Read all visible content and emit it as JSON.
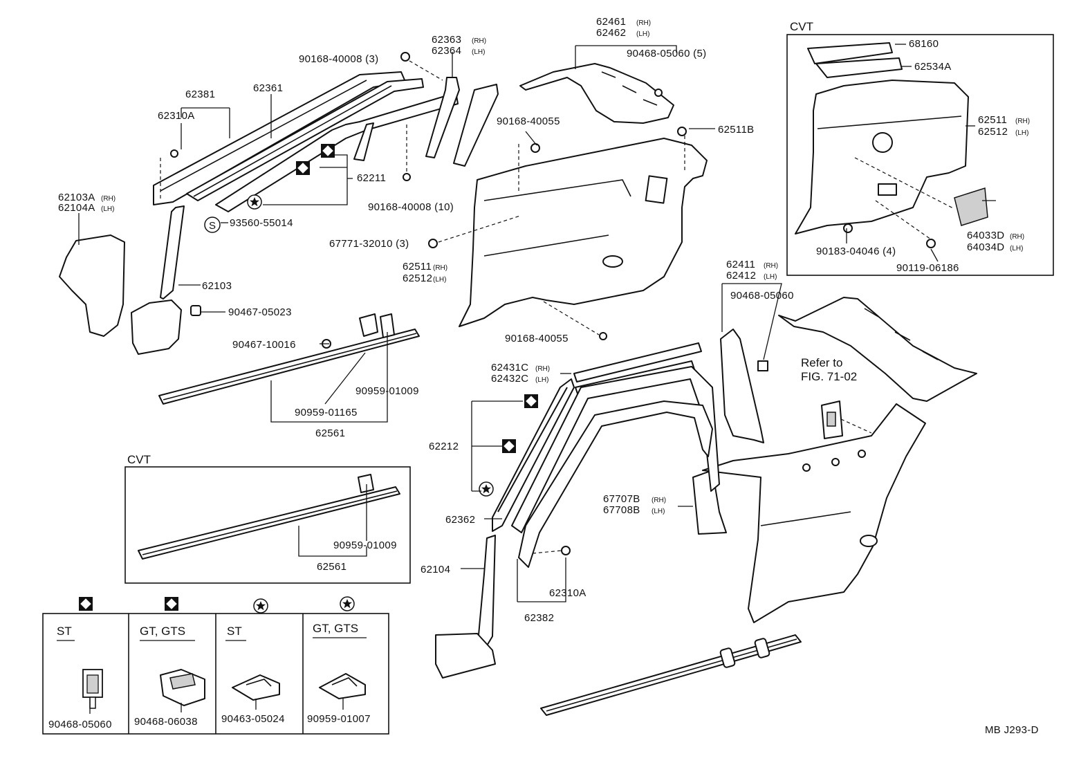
{
  "diagram_id": "MB  J293-D",
  "box_titles": {
    "cvt_top": "CVT",
    "cvt_bottom": "CVT"
  },
  "refer": {
    "line1": "Refer to",
    "line2": "FIG. 71-02"
  },
  "labels": {
    "p62381": "62381",
    "p62310a": "62310A",
    "p62361": "62361",
    "p90168_40008_3": "90168-40008 (3)",
    "p62363": "62363",
    "p62364": "62364",
    "p62211": "62211",
    "p90168_40008_10": "90168-40008 (10)",
    "p93560": "93560-55014",
    "p62103a": "62103A",
    "p62104a": "62104A",
    "p62103": "62103",
    "p90467_05023": "90467-05023",
    "p90467_10016": "90467-10016",
    "p90959_01165": "90959-01165",
    "p90959_01009_a": "90959-01009",
    "p62561_a": "62561",
    "p90959_01009_b": "90959-01009",
    "p62561_b": "62561",
    "p62461": "62461",
    "p62462": "62462",
    "p90468_05060_5": "90468-05060 (5)",
    "p90168_40055_a": "90168-40055",
    "p62511b": "62511B",
    "p67771": "67771-32010 (3)",
    "p62511": "62511",
    "p62512": "62512",
    "p90168_40055_b": "90168-40055",
    "p68160": "68160",
    "p62534a": "62534A",
    "p62511_cvt": "62511",
    "p62512_cvt": "62512",
    "p90183": "90183-04046 (4)",
    "p90119": "90119-06186",
    "p64033d": "64033D",
    "p64034d": "64034D",
    "p62411": "62411",
    "p62412": "62412",
    "p90468_05060": "90468-05060",
    "p62431c": "62431C",
    "p62432c": "62432C",
    "p62212": "62212",
    "p62362": "62362",
    "p67707b": "67707B",
    "p67708b": "67708B",
    "p62104": "62104",
    "p62310a_b": "62310A",
    "p62382": "62382"
  },
  "side": {
    "rh": "(RH)",
    "lh": "(LH)"
  },
  "legend": {
    "cells": [
      {
        "title": "ST",
        "part": "90468-05060",
        "symbol": "diamond"
      },
      {
        "title": "GT, GTS",
        "part": "90468-06038",
        "symbol": "diamond"
      },
      {
        "title": "ST",
        "part": "90463-05024",
        "symbol": "star"
      },
      {
        "title": "GT, GTS",
        "part": "90959-01007",
        "symbol": "star"
      }
    ]
  },
  "symbols": {
    "s_mark": "S"
  },
  "icons": [
    "diamond-in-square-icon",
    "star-in-circle-icon",
    "s-in-circle-icon"
  ],
  "colors": {
    "ink": "#111111",
    "paper": "#ffffff",
    "shade": "#cfcfcf"
  }
}
